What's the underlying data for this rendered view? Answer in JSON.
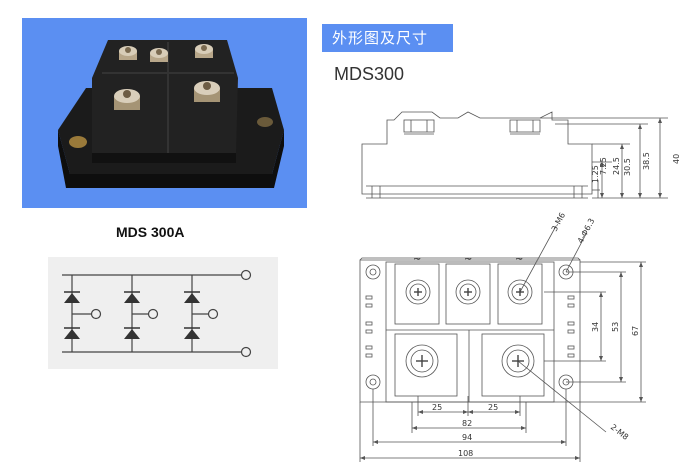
{
  "product_photo": {
    "caption": "MDS 300A"
  },
  "header": {
    "section_title": "外形图及尺寸",
    "model": "MDS300"
  },
  "side_view": {
    "dimensions": {
      "d1": "1.25",
      "d2": "7.25",
      "d3": "24.5",
      "d4": "30.5",
      "d5": "38.5",
      "d6": "40"
    }
  },
  "top_view": {
    "terminal_marks": [
      "~",
      "~",
      "~"
    ],
    "callouts": {
      "screw": "3-M6",
      "hole": "4-Φ6.3",
      "m8": "2-M8"
    },
    "dimensions": {
      "w25a": "25",
      "w25b": "25",
      "w82": "82",
      "w94": "94",
      "w108": "108",
      "h34": "34",
      "h53": "53",
      "h67": "67"
    }
  },
  "colors": {
    "panel_blue": "#5b8ff2",
    "drawing_line": "#555555"
  }
}
